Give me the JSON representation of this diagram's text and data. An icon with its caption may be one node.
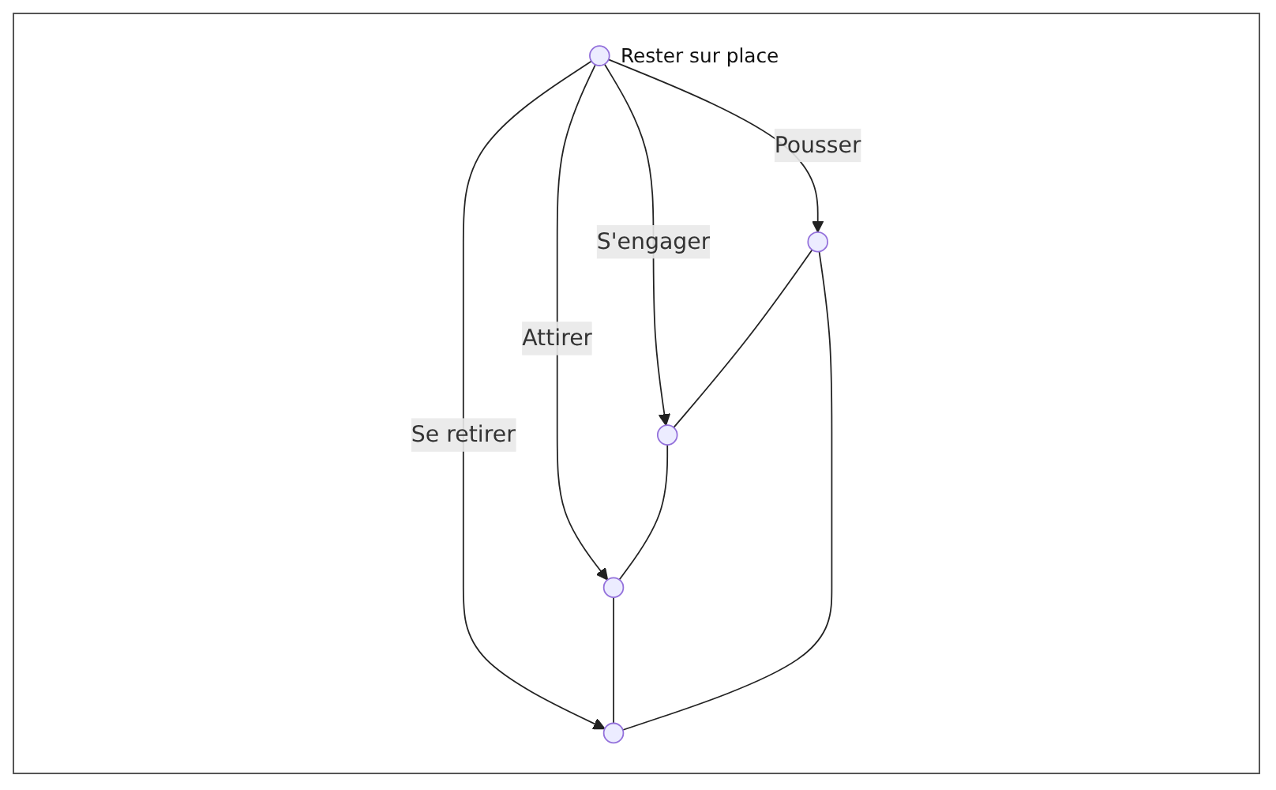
{
  "diagram": {
    "nodes": [
      {
        "text": [],
        "shape": "circle"
      },
      {
        "text": [],
        "shape": "circle"
      },
      {
        "text": [],
        "shape": "circle",
        "beside": [
          "Rester sur place"
        ]
      },
      {
        "text": [],
        "shape": "circle"
      },
      {
        "text": [],
        "shape": "circle"
      }
    ],
    "edges": [
      {
        "from": 2,
        "to": 0,
        "arrow": "to",
        "label": "Pousser"
      },
      {
        "from": 2,
        "to": 1,
        "arrow": "to",
        "label": "S'engager"
      },
      {
        "from": 2,
        "to": 3,
        "arrow": "to",
        "label": "Se retirer"
      },
      {
        "from": 2,
        "to": 4,
        "arrow": "to",
        "label": "Attirer"
      },
      {
        "from": 0,
        "to": 1,
        "arrow": "none"
      },
      {
        "from": 1,
        "to": 4,
        "arrow": "none"
      },
      {
        "from": 4,
        "to": 3,
        "arrow": "none"
      },
      {
        "from": 3,
        "to": 0,
        "arrow": "none"
      }
    ]
  }
}
